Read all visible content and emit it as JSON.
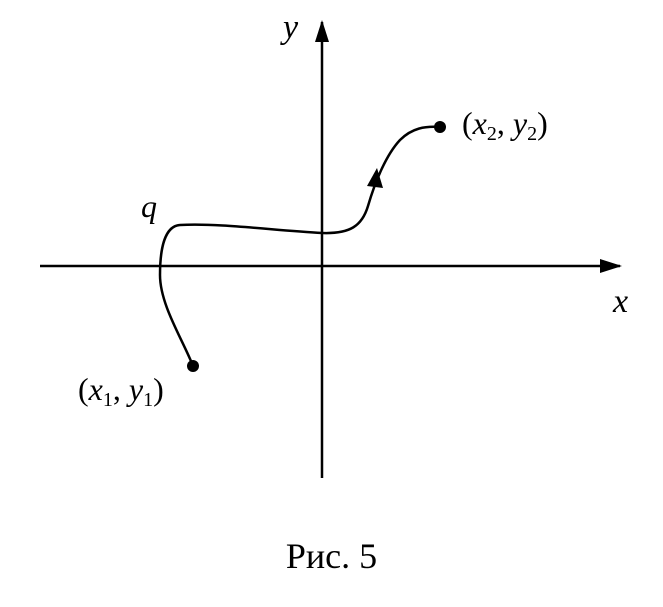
{
  "axes": {
    "x_label": "x",
    "y_label": "y"
  },
  "curve": {
    "label": "q"
  },
  "points": {
    "start": {
      "label_open": "(",
      "x_var": "x",
      "x_sub": "1",
      "sep": ", ",
      "y_var": "y",
      "y_sub": "1",
      "label_close": ")"
    },
    "end": {
      "label_open": "(",
      "x_var": "x",
      "x_sub": "2",
      "sep": ", ",
      "y_var": "y",
      "y_sub": "2",
      "label_close": ")"
    }
  },
  "caption": "Рис. 5",
  "colors": {
    "ink": "#000000",
    "background": "#ffffff"
  }
}
